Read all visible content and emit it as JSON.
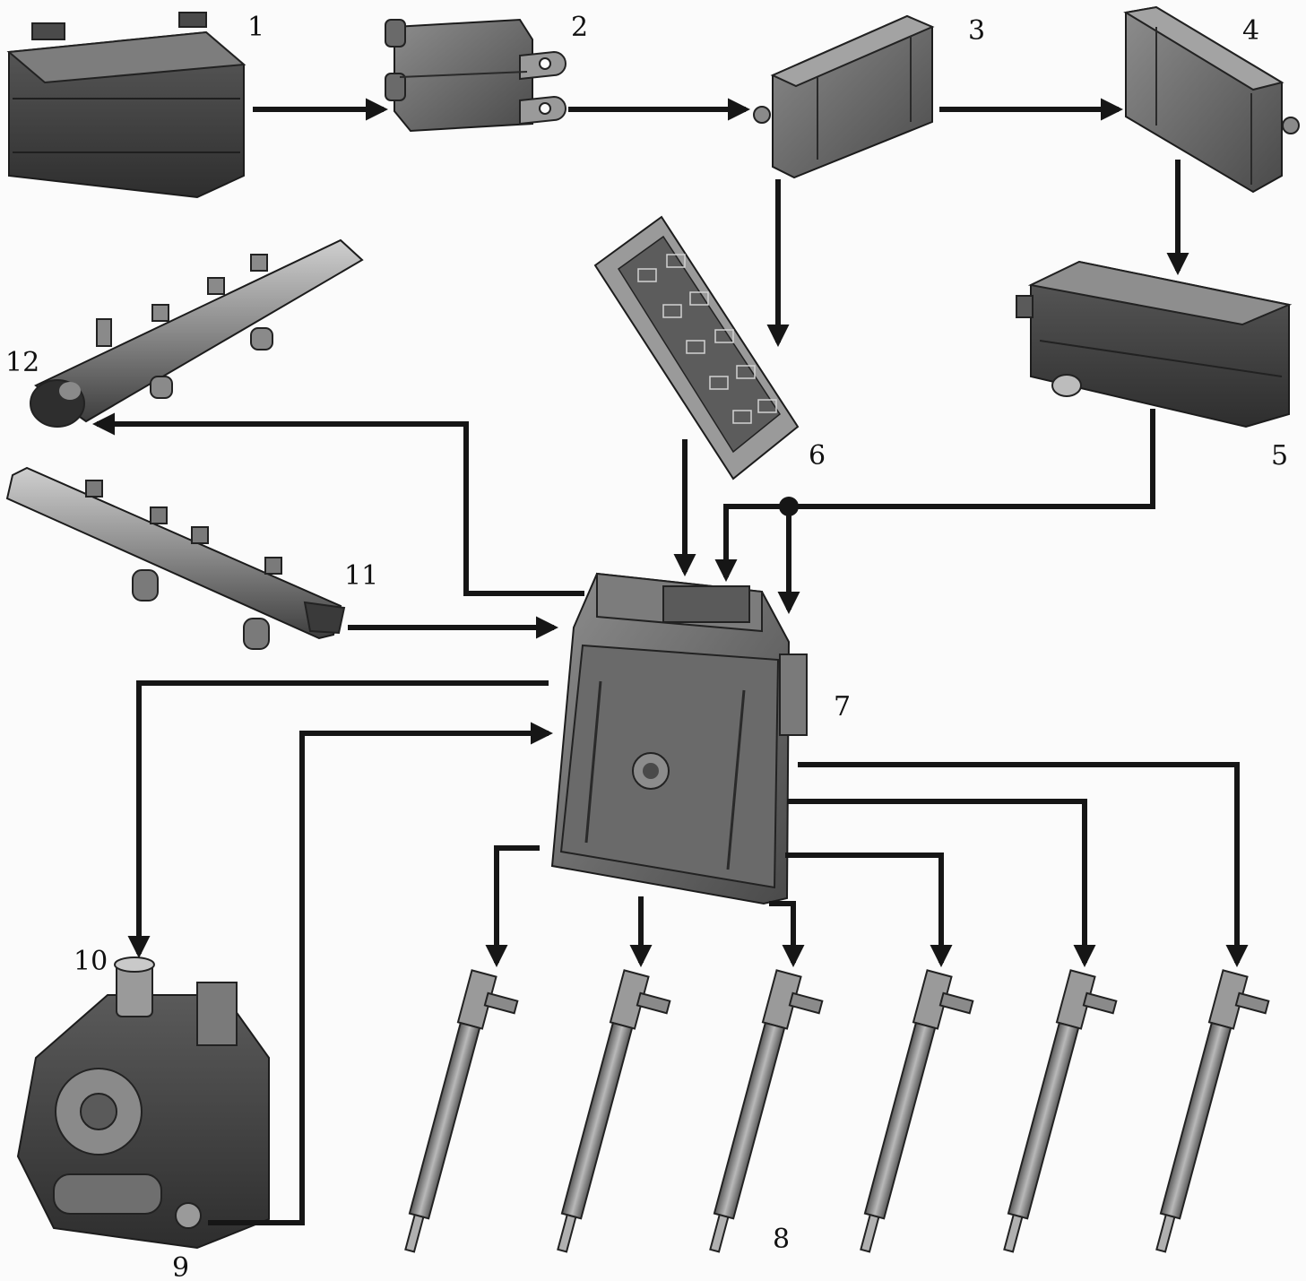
{
  "diagram": {
    "callouts": [
      "1",
      "2",
      "3",
      "4",
      "5",
      "6",
      "7",
      "8",
      "9",
      "10",
      "11",
      "12"
    ]
  },
  "colors": {
    "wire": "#161616",
    "part_dark": "#3b3b3b",
    "part_mid": "#6e6e6e",
    "part_light": "#a9a9a9",
    "background": "#fbfbfb"
  }
}
